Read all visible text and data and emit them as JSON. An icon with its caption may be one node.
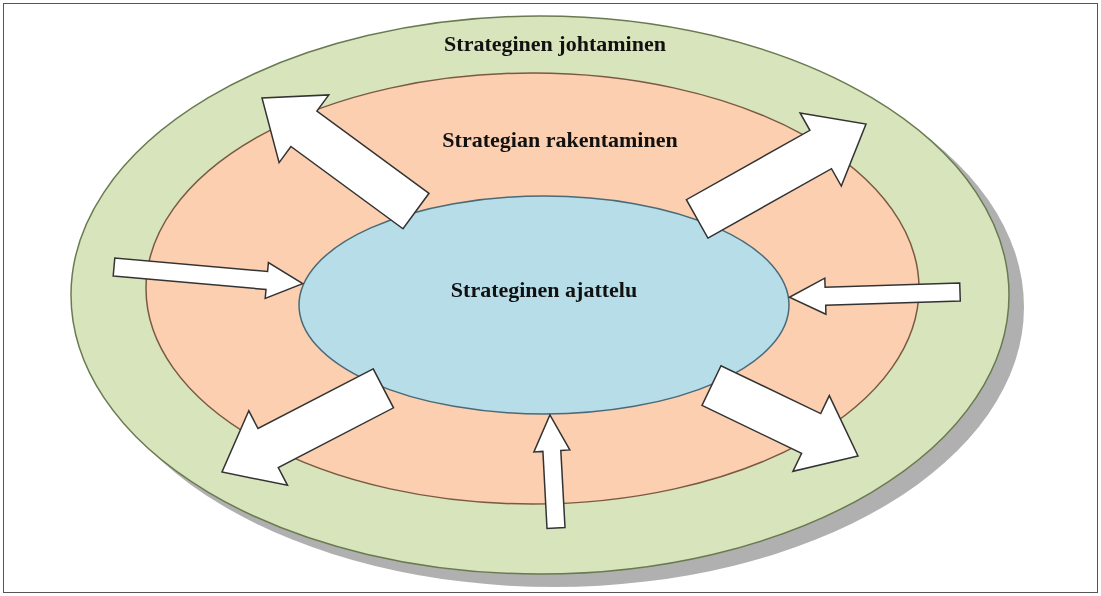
{
  "diagram": {
    "nodes": [
      {
        "text": [
          "Strateginen johtaminen"
        ]
      },
      {
        "text": [
          "Strategian rakentaminen"
        ],
        "in": 0
      },
      {
        "text": [
          "Strateginen ajattelu"
        ],
        "in": 1
      }
    ],
    "edges": [
      {
        "from": 2,
        "to": null,
        "arrow": "to"
      },
      {
        "from": 2,
        "to": null,
        "arrow": "to"
      },
      {
        "from": null,
        "to": 2,
        "arrow": "to"
      },
      {
        "from": null,
        "to": 2,
        "arrow": "to"
      },
      {
        "from": 2,
        "to": null,
        "arrow": "to"
      },
      {
        "from": null,
        "to": 2,
        "arrow": "to"
      },
      {
        "from": 2,
        "to": null,
        "arrow": "to"
      }
    ]
  }
}
